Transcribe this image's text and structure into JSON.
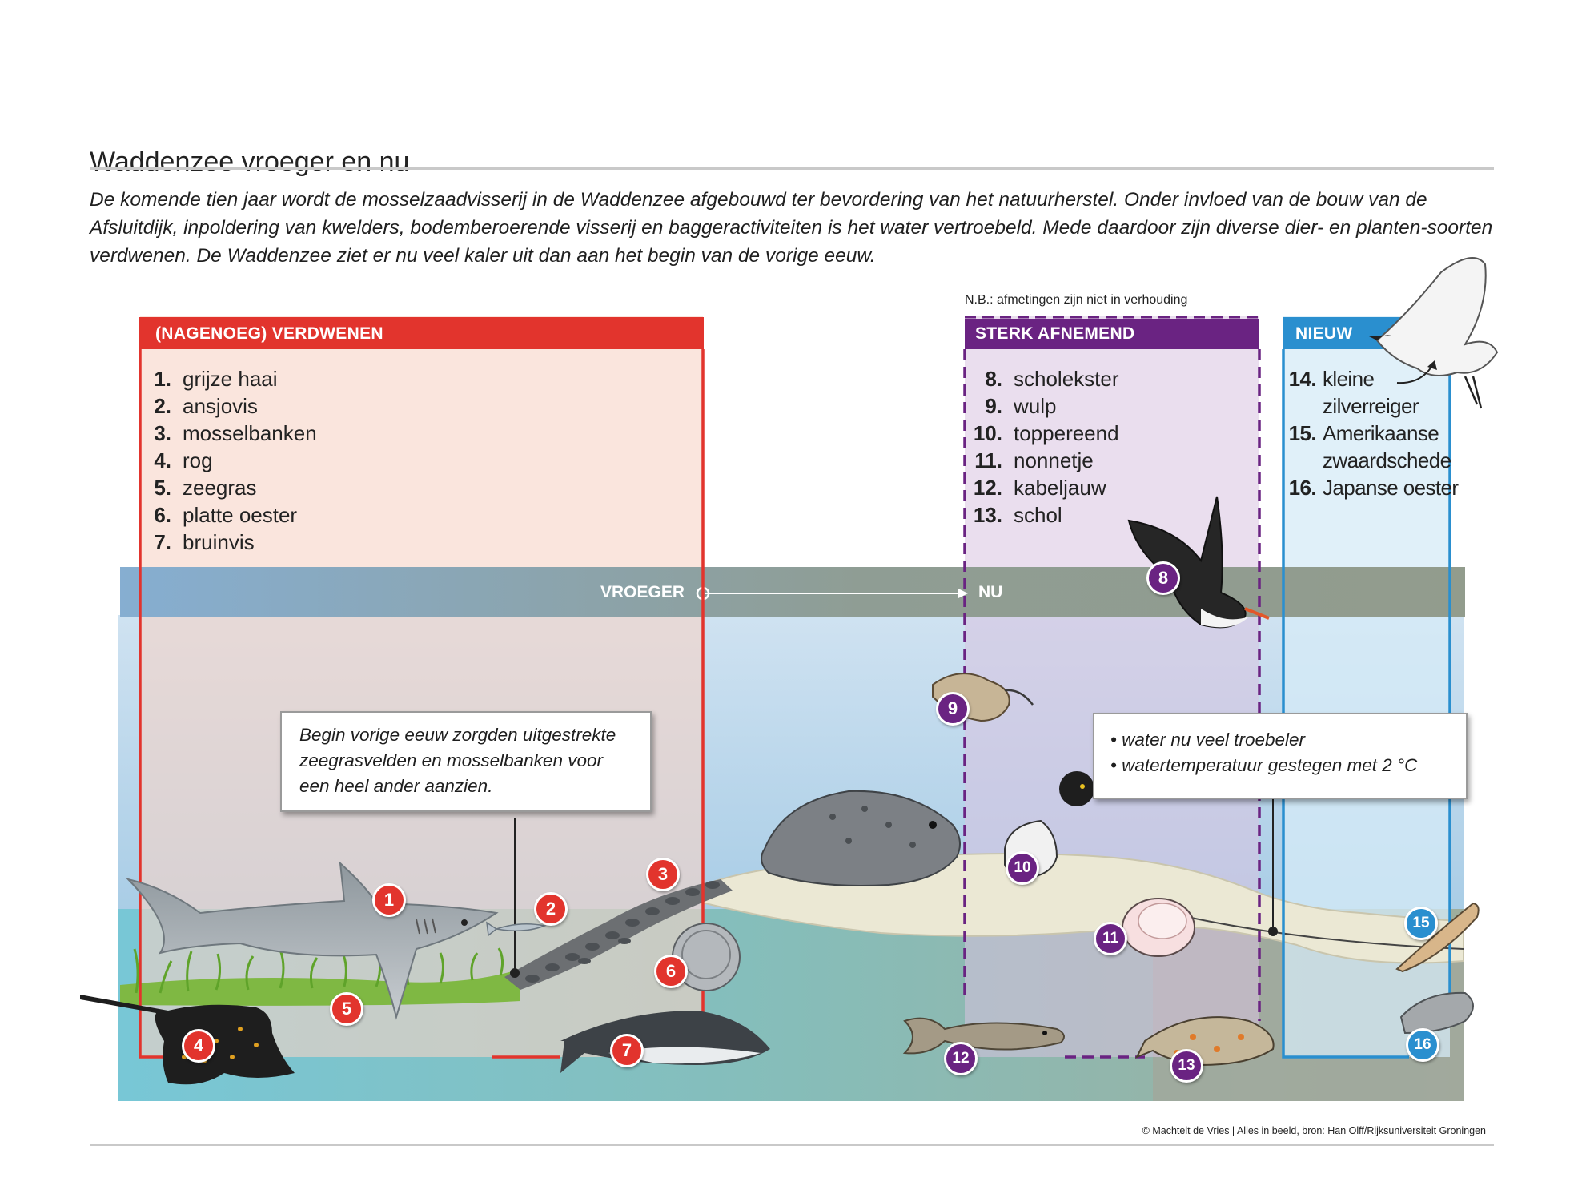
{
  "title": "Waddenzee vroeger en nu",
  "intro": "De komende tien jaar wordt de mosselzaadvisserij in de Waddenzee afgebouwd ter bevordering van het natuurherstel. Onder invloed van de bouw van de Afsluitdijk, inpoldering van kwelders, bodemberoerende visserij en baggeractiviteiten is het water vertroebeld. Mede daardoor zijn diverse dier- en planten-soorten verdwenen. De Waddenzee ziet er nu veel kaler uit dan aan het begin van de vorige eeuw.",
  "note": "N.B.: afmetingen zijn niet in verhouding",
  "timeline": {
    "from": "VROEGER",
    "to": "NU"
  },
  "groups": {
    "verdwenen": {
      "header": "(NAGENOEG) VERDWENEN",
      "color": "#e2342d",
      "items": [
        {
          "num": "1.",
          "label": "grijze haai"
        },
        {
          "num": "2.",
          "label": "ansjovis"
        },
        {
          "num": "3.",
          "label": "mosselbanken"
        },
        {
          "num": "4.",
          "label": "rog"
        },
        {
          "num": "5.",
          "label": "zeegras"
        },
        {
          "num": "6.",
          "label": "platte oester"
        },
        {
          "num": "7.",
          "label": "bruinvis"
        }
      ]
    },
    "afnemend": {
      "header": "STERK AFNEMEND",
      "color": "#6a2382",
      "items": [
        {
          "num": "8.",
          "label": "scholekster"
        },
        {
          "num": "9.",
          "label": "wulp"
        },
        {
          "num": "10.",
          "label": "toppereend"
        },
        {
          "num": "11.",
          "label": "nonnetje"
        },
        {
          "num": "12.",
          "label": "kabeljauw"
        },
        {
          "num": "13.",
          "label": "schol"
        }
      ]
    },
    "nieuw": {
      "header": "NIEUW",
      "color": "#2a8fcf",
      "items": [
        {
          "num": "14.",
          "label": "kleine",
          "label2": "zilverreiger"
        },
        {
          "num": "15.",
          "label": "Amerikaanse",
          "label2": "zwaardschede"
        },
        {
          "num": "16.",
          "label": "Japanse oester"
        }
      ]
    }
  },
  "callouts": {
    "vroeger": "Begin vorige eeuw zorgden uitgestrekte zeegrasvelden en mosselbanken voor een heel ander aanzien.",
    "nu_1": "• water nu veel troebeler",
    "nu_2": "• watertemperatuur gestegen met 2 °C"
  },
  "badges": {
    "b1": "1",
    "b2": "2",
    "b3": "3",
    "b4": "4",
    "b5": "5",
    "b6": "6",
    "b7": "7",
    "b8": "8",
    "b9": "9",
    "b10": "10",
    "b11": "11",
    "b12": "12",
    "b13": "13",
    "b15": "15",
    "b16": "16"
  },
  "credit": "© Machtelt de Vries | Alles in beeld, bron: Han Olff/Rijksuniversiteit Groningen"
}
